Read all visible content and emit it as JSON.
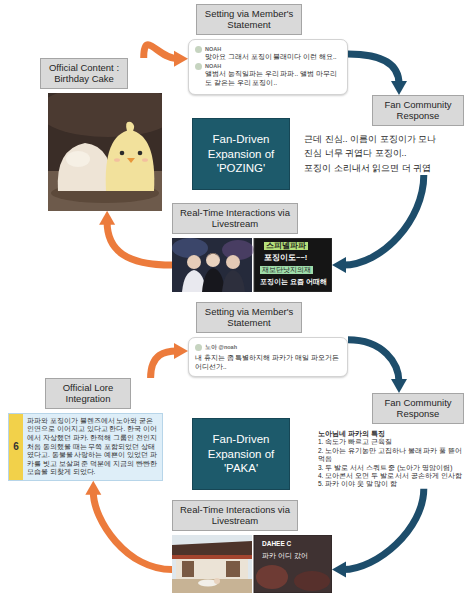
{
  "diagram": {
    "nodes": [
      {
        "text": [
          "Setting via Member's Statement",
          "NOAH",
          "맞아요 그래서 포징이 블래미다 이런 해요..",
          "NOAH",
          "앨범서 능직일파는 우리 파파.. 앨범 마무리도 같은는 우리 포징이.."
        ]
      },
      {
        "text": [
          "Official Content : Birthday Cake"
        ]
      },
      {
        "text": [
          "Fan Community Response",
          "근데 진심.. 이름이 포징이가 모나",
          "진심 너무 귀엽다 포징이..",
          "포징이 소리내서 읽으면 더 귀엽"
        ]
      },
      {
        "text": [
          "Fan-Driven Expansion of 'POZING'"
        ]
      },
      {
        "text": [
          "Real-Time Interactions via Livestream",
          "스피넬파파",
          "포징이도~~!",
          "재보단낫지의재",
          "포징이는 요즘 어때해"
        ]
      },
      {
        "text": [
          "Setting via Member's Statement",
          "노아 @noah",
          "내 휴지는 좀 특별하지해 파카가 매일 파오거든 어디선가.."
        ]
      },
      {
        "text": [
          "Official Lore Integration",
          "6",
          "파파와 포징이가 블렌즈에서 노아와 굳은 인연으로 이어지고 있다고 한다. 한국 이어에서 자상했던 파카. 한적해 그룹인 전인지 처음 동의했을 때는 무쪽 포함되었던 상태였다고. 동물을 사랑하는 예쁜이 있었던 파카를 빗고 보살펴 준 덕분에 지금의 빤빤한 모습을 되찾게 되었다."
        ]
      },
      {
        "text": [
          "Fan Community Response",
          "노아님네 파카의 특징",
          "1. 속도가 빠르고 근육질",
          "2. 노아는 유기농만 고집하나 몰래 파카 풀 뜯어먹음",
          "3. 두 발로 서서 스쿼트 중 (노아가 명암이렴)",
          "4. 모아콘서 오면 두 발로 서서 공손하게 인사함",
          "5. 파카 이야 웃 말 많이 함"
        ]
      },
      {
        "text": [
          "Fan-Driven Expansion of 'PAKA'"
        ]
      },
      {
        "text": [
          "Real-Time Interactions via Livestream",
          "DAHEE C",
          "파카 어디 갔어"
        ]
      }
    ],
    "edges": [
      {
        "from": 1,
        "to": 0,
        "arrow": "to"
      },
      {
        "from": 0,
        "to": 2,
        "arrow": "to"
      },
      {
        "from": 2,
        "to": 4,
        "arrow": "to"
      },
      {
        "from": 4,
        "to": 1,
        "arrow": "to"
      },
      {
        "from": 6,
        "to": 5,
        "arrow": "to"
      },
      {
        "from": 5,
        "to": 7,
        "arrow": "to"
      },
      {
        "from": 7,
        "to": 9,
        "arrow": "to"
      },
      {
        "from": 9,
        "to": 6,
        "arrow": "to"
      }
    ]
  }
}
